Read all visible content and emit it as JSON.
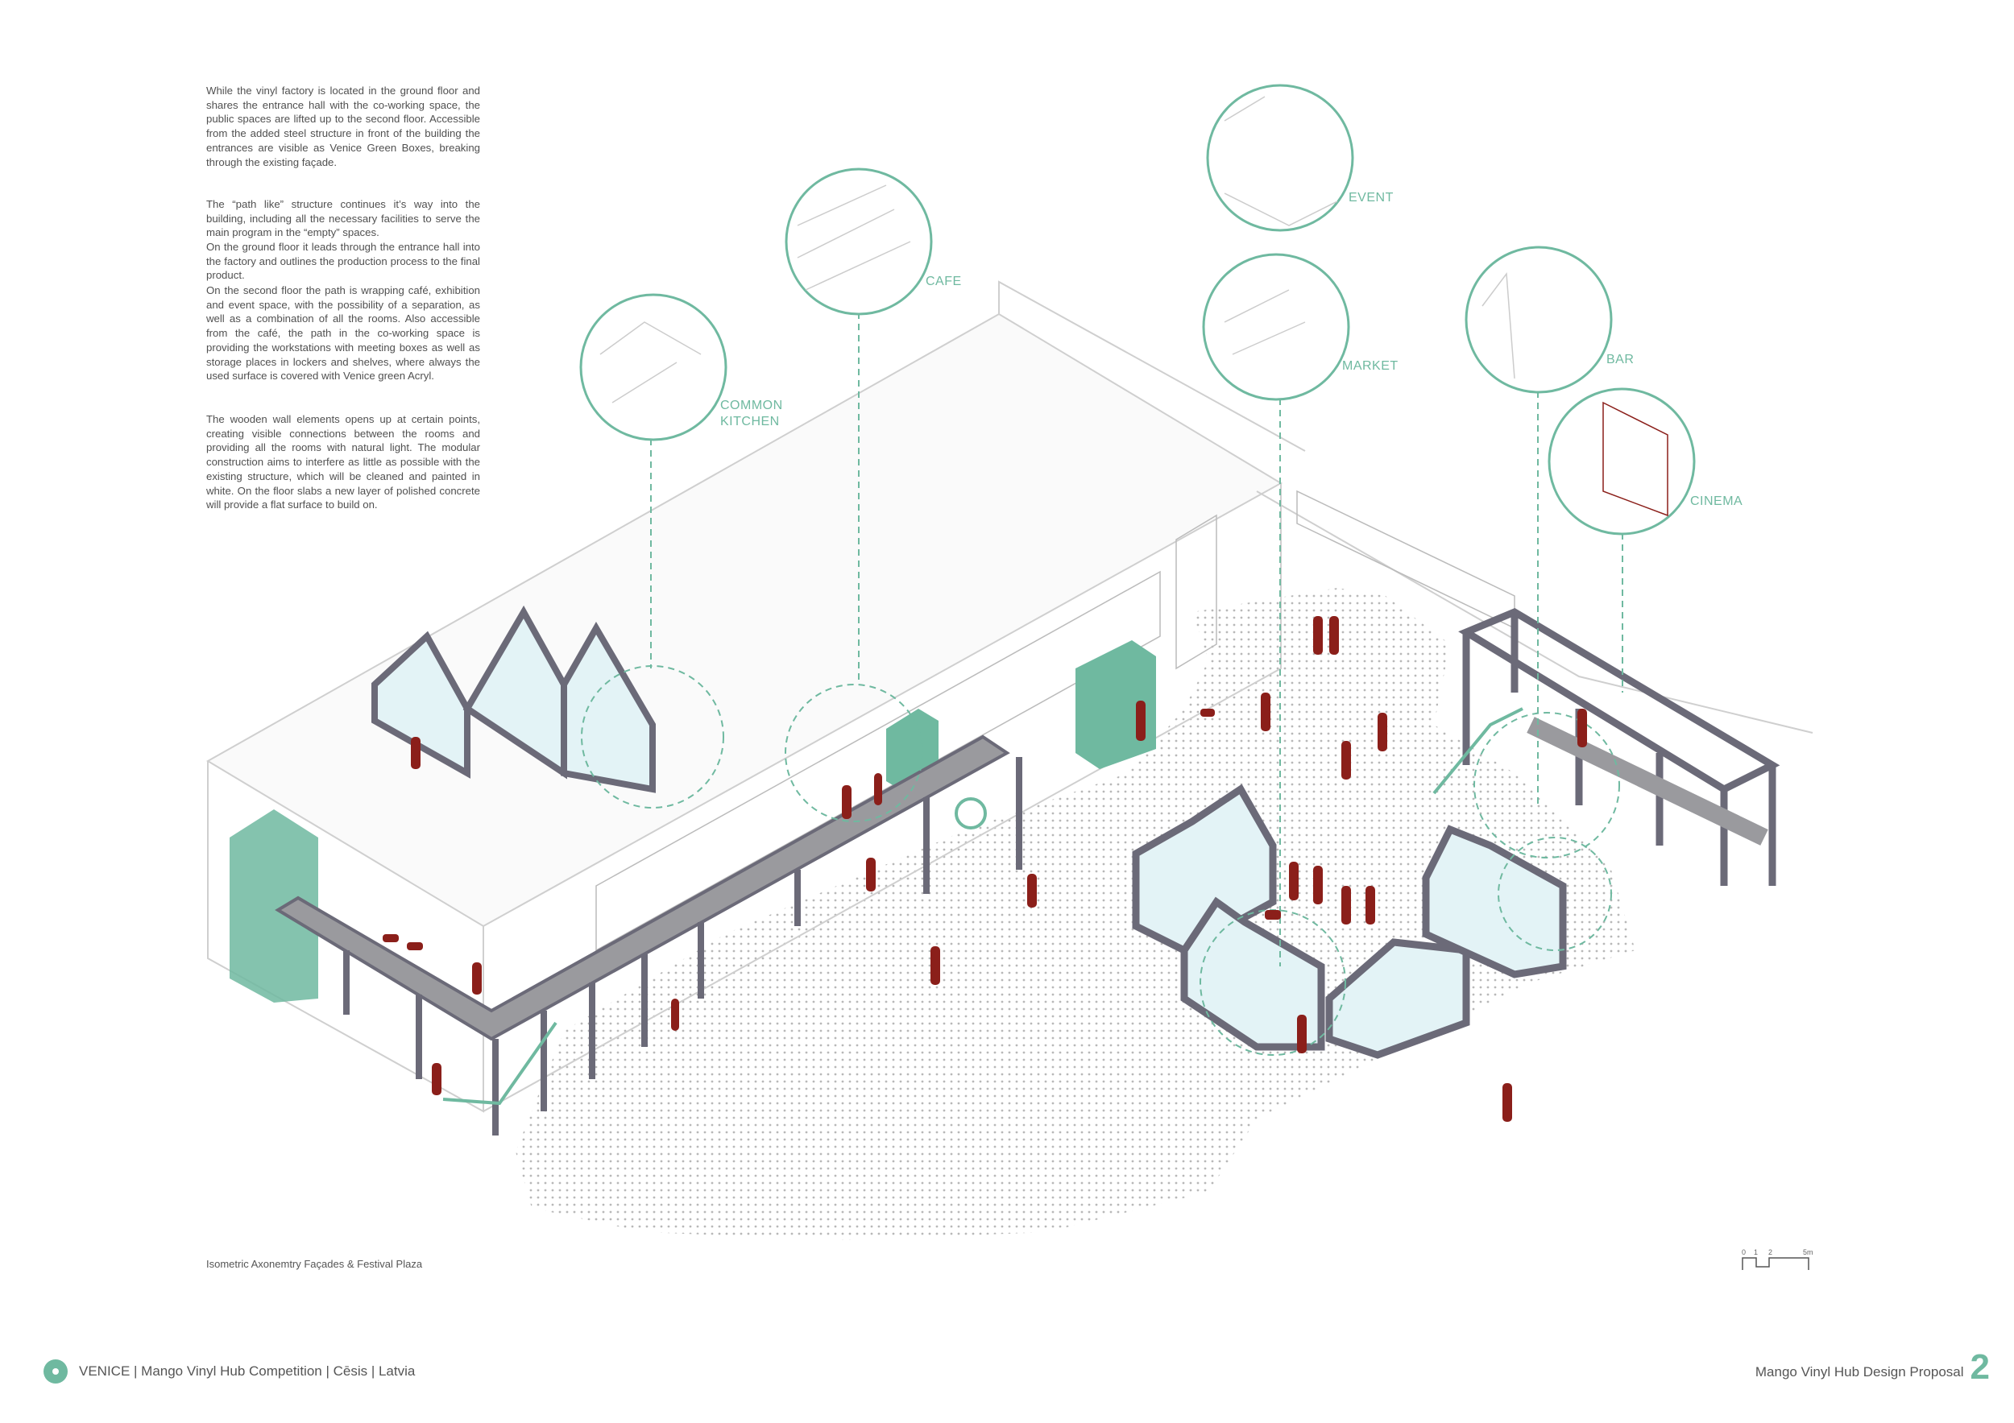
{
  "description": {
    "paragraphs": [
      "While the vinyl factory is located in the ground floor and shares the entrance hall with the co-working space, the public spaces are lifted up to the second floor. Accessible from the added steel structure in front of the building the entrances are visible as Venice Green Boxes, breaking through the existing façade.",
      "The “path like” structure continues it’s way into the building, including all the necessary facilities to serve the main program in the “empty” spaces.",
      "On the ground floor it leads through the entrance hall into the factory and outlines the production process to the final product.",
      "On the second floor the path is wrapping café, exhibition and event space, with the possibility of a separation, as well as a combination of all the rooms. Also accessible from the café, the path in the co-working space is providing the workstations with meeting boxes as well as storage places in lockers and shelves, where always the used surface is covered with Venice green Acryl.",
      "The wooden wall elements opens up at certain points, creating visible connections between the rooms and providing all the rooms with natural light. The modular construction aims to interfere as little as possible with the existing structure, which will be cleaned and painted in white. On the floor slabs a new layer of polished concrete will provide a flat surface to build on."
    ]
  },
  "labels": {
    "common_kitchen": "COMMON KITCHEN",
    "cafe": "CAFE",
    "event": "EVENT",
    "market": "MARKET",
    "bar": "BAR",
    "cinema": "CINEMA"
  },
  "caption": "Isometric Axonemtry Façades & Festival Plaza",
  "scale_bar": {
    "ticks": [
      "0",
      "1",
      "2",
      "5m"
    ]
  },
  "footer": {
    "left": "VENICE | Mango Vinyl Hub Competition | Cēsis | Latvia",
    "right": "Mango Vinyl Hub Design Proposal",
    "page_number": "2"
  },
  "colors": {
    "accent_green": "#6fb9a0",
    "people_red": "#8b1f1a",
    "steel_grey": "#6b6a78"
  }
}
